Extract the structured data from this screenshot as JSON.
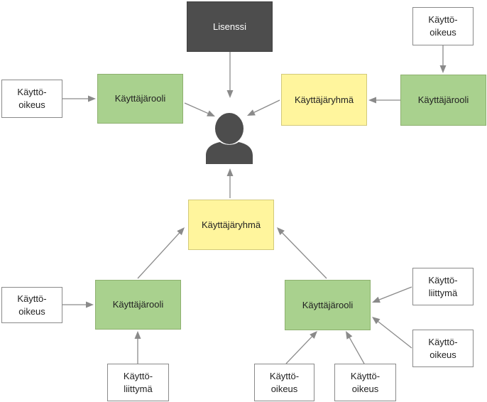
{
  "colors": {
    "role": "#a9d18e",
    "group": "#fff59d",
    "license": "#4d4d4d",
    "permission": "#ffffff",
    "arrow": "#8a8a8a",
    "user_icon": "#4d4d4d"
  },
  "nodes": {
    "license": "Lisenssi",
    "role_top_left": "Käyttäjärooli",
    "role_top_right": "Käyttäjärooli",
    "group_top": "Käyttäjäryhmä",
    "group_bottom": "Käyttäjäryhmä",
    "role_bottom_left": "Käyttäjärooli",
    "role_bottom_right": "Käyttäjärooli",
    "right_top_permission": "Käyttö-\noikeus",
    "left_top_permission": "Käyttö-\noikeus",
    "left_bottom_permission": "Käyttö-\noikeus",
    "bottom_left_interface": "Käyttö-\nliittymä",
    "right_interface": "Käyttö-\nliittymä",
    "right_permission": "Käyttö-\noikeus",
    "bottom_mid_permission_1": "Käyttö-\noikeus",
    "bottom_mid_permission_2": "Käyttö-\noikeus"
  },
  "user_icon": "user-icon"
}
